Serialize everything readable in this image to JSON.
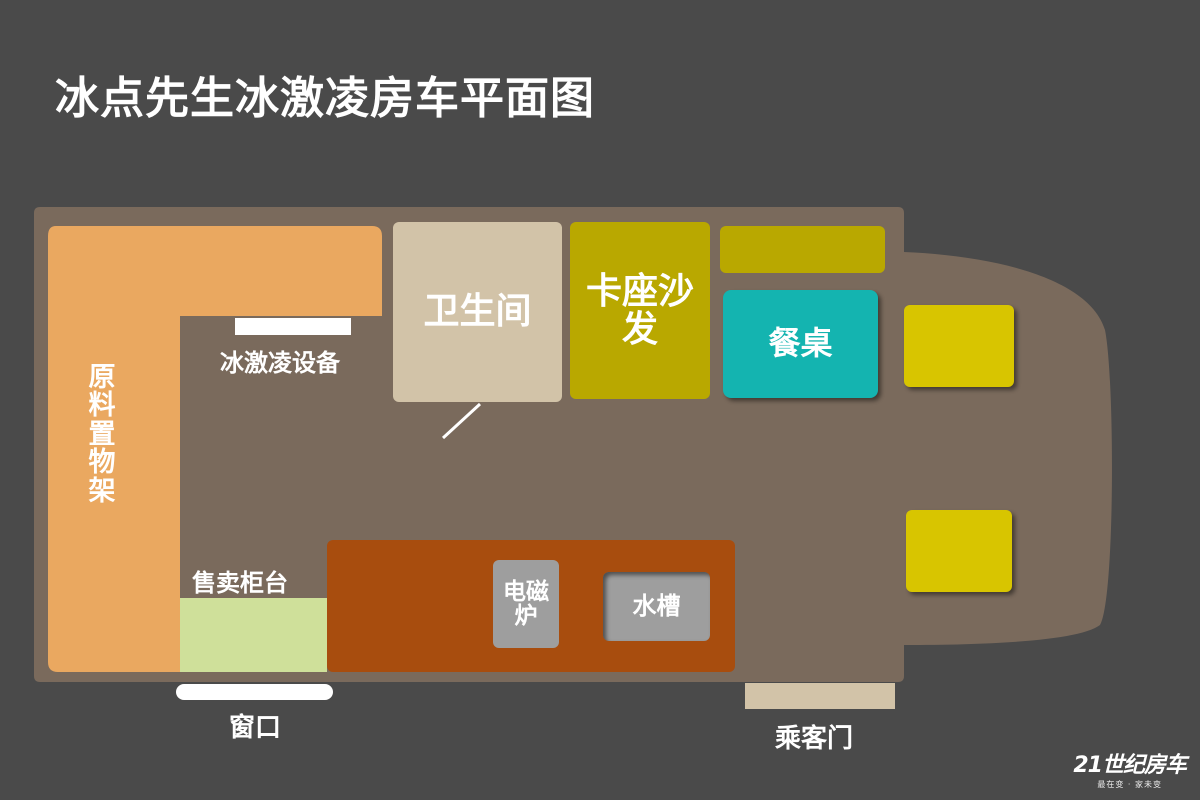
{
  "title": "冰点先生冰激凌房车平面图",
  "labels": {
    "shelf": "原料置物架",
    "ice_cream_equipment": "冰激凌设备",
    "bathroom": "卫生间",
    "sofa": "卡座沙发",
    "dining_table": "餐桌",
    "sales_counter": "售卖柜台",
    "induction_cooker": "电磁炉",
    "sink": "水槽",
    "window": "窗口",
    "passenger_door": "乘客门"
  },
  "logo": {
    "main": "21世纪房车",
    "sub": "最在变 · 家未变"
  },
  "colors": {
    "background": "#4a4a4a",
    "floor": "#7a6a5c",
    "shelf": "#eaa860",
    "bathroom": "#d2c3a8",
    "sofa": "#b9a800",
    "dining_table": "#14b4b0",
    "counter": "#cfe09a",
    "kitchen": "#a84d0e",
    "appliance": "#9e9e9e",
    "seat": "#d8c500",
    "door": "#d2c3a8"
  }
}
